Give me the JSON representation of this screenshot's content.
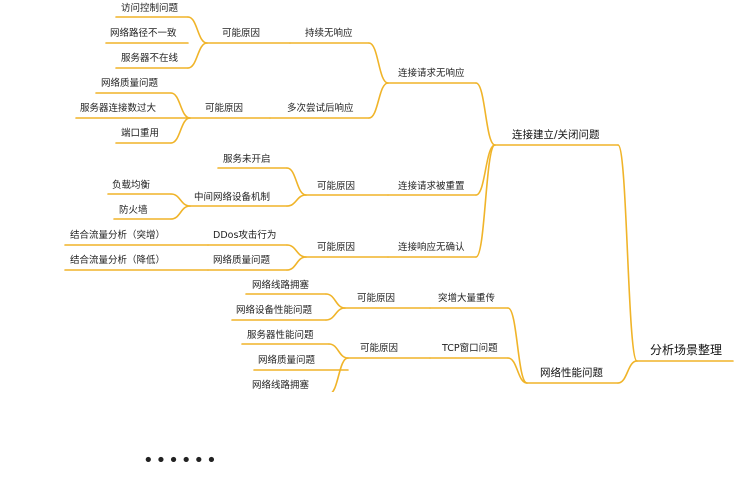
{
  "colors": {
    "branch": "#F0B429",
    "text": "#222222"
  },
  "root": {
    "label": "分析场景整理"
  },
  "branches": [
    {
      "label": "连接建立/关闭问题",
      "children": [
        {
          "label": "连接请求无响应",
          "children": [
            {
              "label": "持续无响应",
              "cause": "可能原因",
              "items": [
                "访问控制问题",
                "网络路径不一致",
                "服务器不在线"
              ]
            },
            {
              "label": "多次尝试后响应",
              "cause": "可能原因",
              "items": [
                "网络质量问题",
                "服务器连接数过大",
                "端口重用"
              ]
            }
          ]
        },
        {
          "label": "连接请求被重置",
          "cause": "可能原因",
          "items": [
            "服务未开启",
            "中间网络设备机制"
          ],
          "subitems": [
            "负载均衡",
            "防火墙"
          ]
        },
        {
          "label": "连接响应无确认",
          "cause": "可能原因",
          "items": [
            "DDos攻击行为",
            "网络质量问题"
          ],
          "analysis": [
            "结合流量分析（突增）",
            "结合流量分析（降低）"
          ]
        }
      ]
    },
    {
      "label": "网络性能问题",
      "children": [
        {
          "label": "突增大量重传",
          "cause": "可能原因",
          "items": [
            "网络线路拥塞",
            "网络设备性能问题"
          ]
        },
        {
          "label": "TCP窗口问题",
          "cause": "可能原因",
          "items": [
            "服务器性能问题",
            "网络质量问题",
            "网络线路拥塞"
          ]
        }
      ]
    }
  ],
  "ellipsis": "••••••"
}
